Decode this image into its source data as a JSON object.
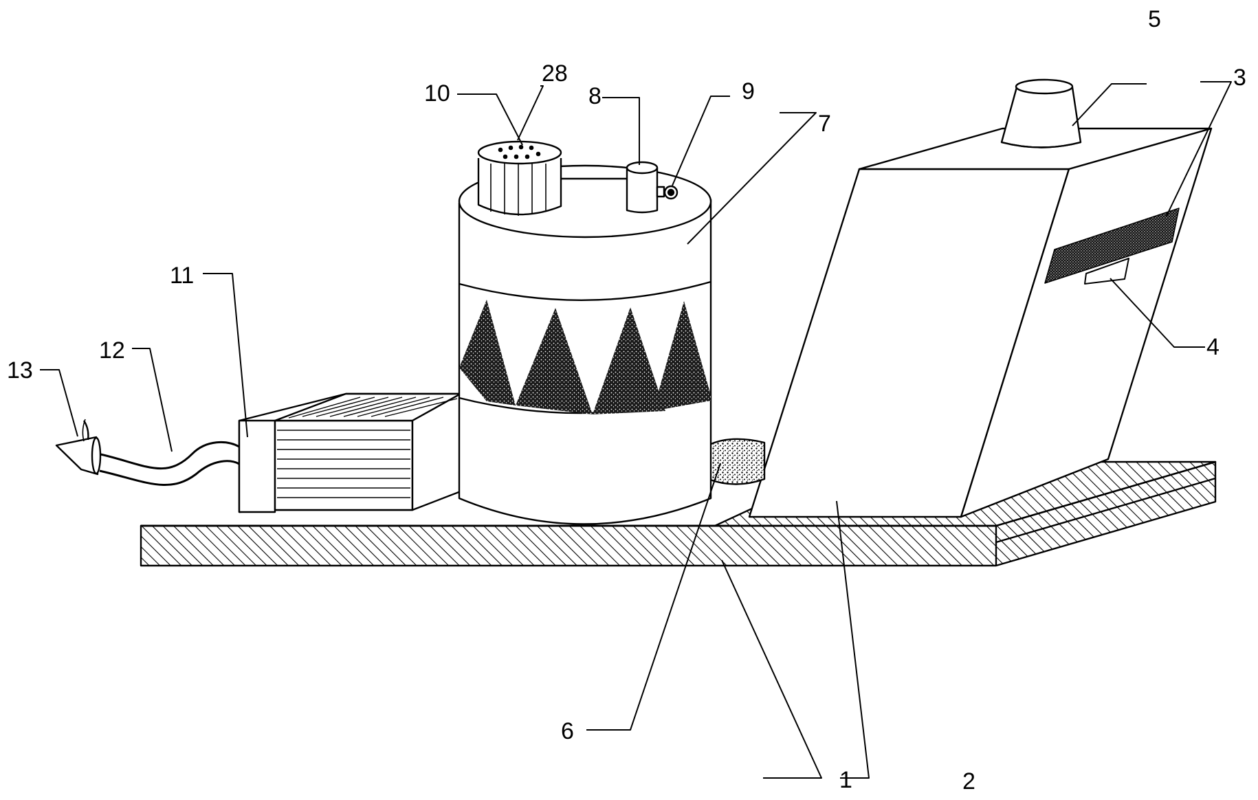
{
  "figure": {
    "labels": {
      "base_plate": "1",
      "housing": "2",
      "vent_grille": "3",
      "bracket": "4",
      "outlet_nozzle": "5",
      "sponge_block": "6",
      "cylinder_tank": "7",
      "inlet_pipe": "8",
      "valve": "9",
      "top_cylinder": "10",
      "filter_box": "11",
      "hose": "12",
      "nozzle_tip": "13",
      "top_holes": "28"
    }
  }
}
